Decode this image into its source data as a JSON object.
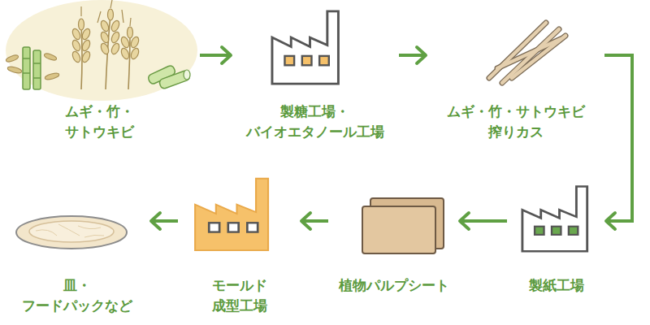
{
  "diagram": {
    "nodes": [
      {
        "text": [
          "ムギ・竹・ サトウキビ"
        ]
      },
      {
        "text": [
          "製糖工場・ バイオエタノール工場"
        ]
      },
      {
        "text": [
          "ムギ・竹・サトウキビ 搾りカス"
        ]
      },
      {
        "text": [
          "製紙工場"
        ]
      },
      {
        "text": [
          "植物パルプシート"
        ]
      },
      {
        "text": [
          "モールド 成型工場"
        ]
      },
      {
        "text": [
          "皿・ フードパックなど"
        ]
      }
    ],
    "edges": [
      {
        "from": 0,
        "to": 1,
        "arrow": "to"
      },
      {
        "from": 1,
        "to": 2,
        "arrow": "to"
      },
      {
        "from": 2,
        "to": 3,
        "arrow": "to"
      },
      {
        "from": 3,
        "to": 4,
        "arrow": "to"
      },
      {
        "from": 4,
        "to": 5,
        "arrow": "to"
      },
      {
        "from": 5,
        "to": 6,
        "arrow": "to"
      }
    ]
  }
}
